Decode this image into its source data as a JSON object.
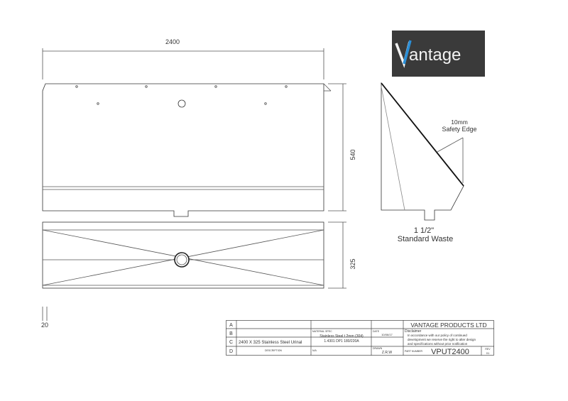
{
  "logo": {
    "v": "V",
    "rest": "antage"
  },
  "dims": {
    "width": "2400",
    "front_height": "540",
    "top_depth": "325",
    "thickness": "20"
  },
  "side": {
    "edge_top": "10mm",
    "edge_bottom": "Safety Edge",
    "waste_top": "1 1/2\"",
    "waste_bottom": "Standard Waste"
  },
  "title_block": {
    "rows": [
      "A",
      "B",
      "C",
      "D"
    ],
    "company": "VANTAGE PRODUCTS LTD",
    "description_label": "DESCRIPTION",
    "description": "2400 X 325 Stainless Steel Urinal",
    "material_label": "MATERIAL SPEC",
    "material_1": "Stainless Steel t 2mm (304)",
    "material_2": "1.4301 DP1 180/220A",
    "date_label": "DATE",
    "date": "10/06/17",
    "drawn_label": "DRAWN",
    "drawn": "Z.R.W",
    "disclaimer_label": "Disclaimer",
    "disclaimer_1": "In accordance with our policy of continued",
    "disclaimer_2": "development we reserve the right to alter design",
    "disclaimer_3": "and specifications without prior notification",
    "part_label": "PART NUMBER",
    "part_number": "VPUT2400",
    "rev_label": "REV",
    "rev": "01",
    "sub_label": "N/A"
  }
}
